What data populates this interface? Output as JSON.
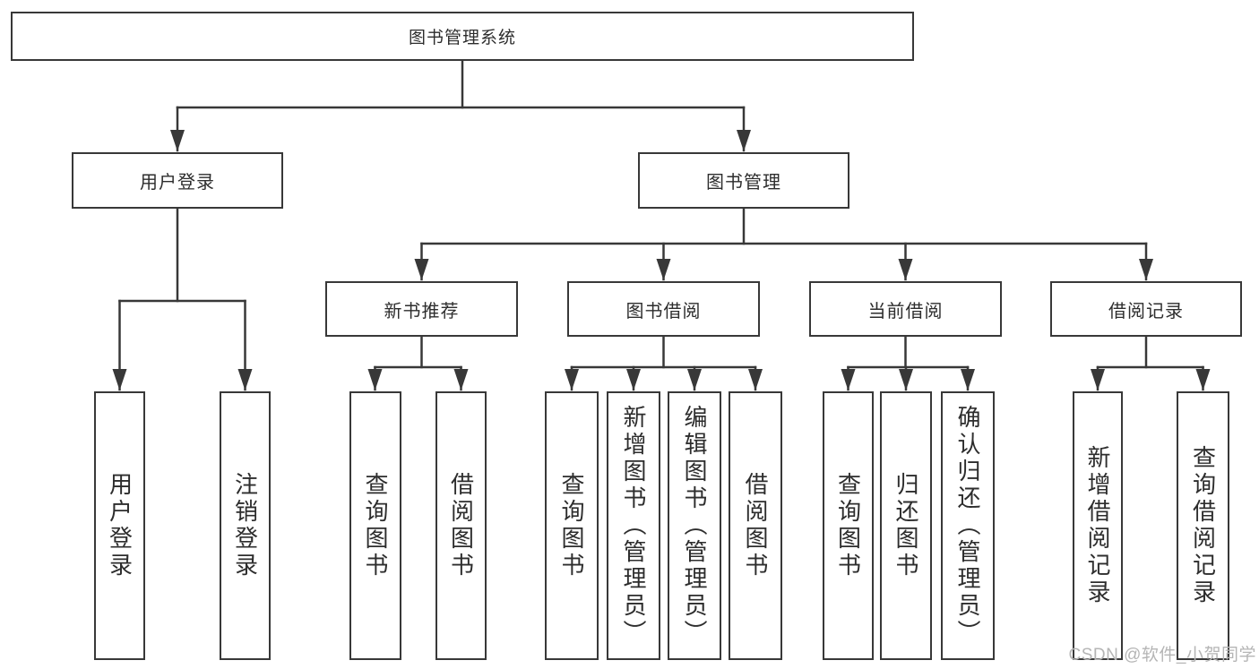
{
  "page": {
    "background": "#ffffff",
    "line_color": "#383838",
    "box_border_color": "#383838",
    "text_color": "#2d2d2d",
    "watermark_color": "#b5b5b5"
  },
  "tree": {
    "root": {
      "label": "图书管理系统"
    },
    "branches": [
      {
        "label": "用户登录",
        "children": [
          {
            "label": "用户登录"
          },
          {
            "label": "注销登录"
          }
        ]
      },
      {
        "label": "图书管理",
        "children": [
          {
            "label": "新书推荐",
            "children": [
              {
                "label": "查询图书"
              },
              {
                "label": "借阅图书"
              }
            ]
          },
          {
            "label": "图书借阅",
            "children": [
              {
                "label": "查询图书"
              },
              {
                "label": "新增图书（管理员）"
              },
              {
                "label": "编辑图书（管理员）"
              },
              {
                "label": "借阅图书"
              }
            ]
          },
          {
            "label": "当前借阅",
            "children": [
              {
                "label": "查询图书"
              },
              {
                "label": "归还图书"
              },
              {
                "label": "确认归还（管理员）"
              }
            ]
          },
          {
            "label": "借阅记录",
            "children": [
              {
                "label": "新增借阅记录"
              },
              {
                "label": "查询借阅记录"
              }
            ]
          }
        ]
      }
    ]
  },
  "watermark": {
    "text": "CSDN @软件_小贺同学"
  }
}
